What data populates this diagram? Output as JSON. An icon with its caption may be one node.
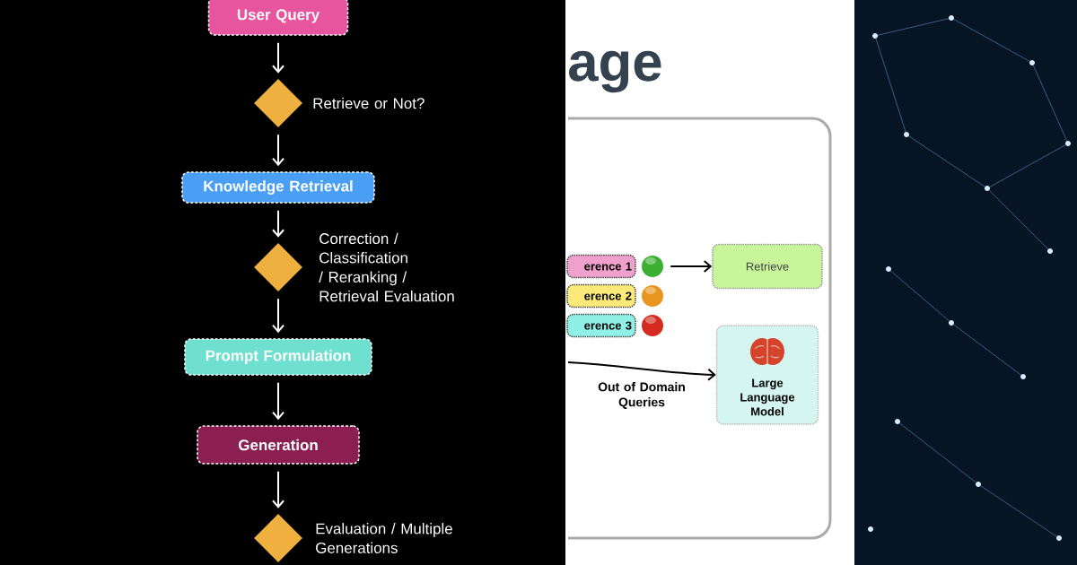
{
  "diagram": {
    "nodes": [
      {
        "text": [
          "User Query"
        ]
      },
      {
        "text": [],
        "shape": "diamond",
        "beside": [
          "Retrieve or Not?"
        ]
      },
      {
        "text": [
          "Knowledge Retrieval"
        ]
      },
      {
        "text": [],
        "shape": "diamond",
        "beside": [
          "Correction / Classification / Reranking / Retrieval Evaluation"
        ]
      },
      {
        "text": [
          "Prompt Formulation"
        ]
      },
      {
        "text": [
          "Generation"
        ]
      },
      {
        "text": [],
        "shape": "diamond",
        "beside": [
          "Evaluation / Multiple Generations"
        ]
      },
      {
        "text": [
          "erence 1"
        ]
      },
      {
        "text": [
          "erence 2"
        ]
      },
      {
        "text": [
          "erence 3"
        ]
      },
      {
        "text": [],
        "shape": "circle"
      },
      {
        "text": [],
        "shape": "circle"
      },
      {
        "text": [],
        "shape": "circle"
      },
      {
        "text": [
          "Retrieve"
        ]
      },
      {
        "text": [
          "Large Language Model"
        ]
      }
    ],
    "edges": [
      {
        "from": 0,
        "to": 1,
        "arrow": "to"
      },
      {
        "from": 1,
        "to": 2,
        "arrow": "to"
      },
      {
        "from": 2,
        "to": 3,
        "arrow": "to"
      },
      {
        "from": 3,
        "to": 4,
        "arrow": "to"
      },
      {
        "from": 4,
        "to": 5,
        "arrow": "to"
      },
      {
        "from": 5,
        "to": 6,
        "arrow": "to"
      },
      {
        "from": 10,
        "to": 13,
        "arrow": "to",
        "color": "#000000"
      },
      {
        "from": null,
        "to": 14,
        "arrow": "to",
        "label": "Out of Domain Queries",
        "color": "#000000"
      }
    ],
    "labels": [
      "age"
    ]
  }
}
